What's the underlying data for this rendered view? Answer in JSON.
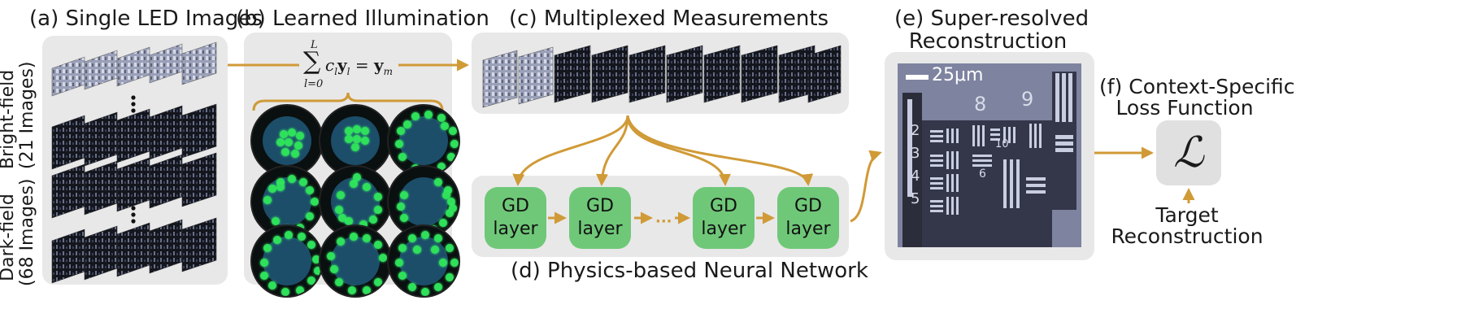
{
  "panels": {
    "a": {
      "title": "(a) Single LED Images",
      "brightfield_label_1": "Bright-field",
      "brightfield_label_2": "(21 Images)",
      "darkfield_label_1": "Dark-field",
      "darkfield_label_2": "(68 Images)"
    },
    "b": {
      "title": "(b) Learned Illumination"
    },
    "c": {
      "title": "(c) Multiplexed Measurements"
    },
    "d": {
      "title": "(d) Physics-based Neural Network",
      "layer_label_1": "GD",
      "layer_label_2": "layer",
      "ellipsis": "···"
    },
    "e": {
      "title_1": "(e) Super-resolved",
      "title_2": "Reconstruction",
      "scalebar": "25μm"
    },
    "f": {
      "title_1": "(f) Context-Specific",
      "title_2": "Loss Function",
      "loss_symbol": "ℒ",
      "target_1": "Target",
      "target_2": "Reconstruction"
    }
  },
  "formula": {
    "sum": "∑",
    "upper": "L",
    "lower": "l=0",
    "body": "c",
    "sub_l": "l",
    "y": "y",
    "sub_l2": "l",
    "eq": " = ",
    "ym": "y",
    "sub_m": "m"
  },
  "chart_numbers": {
    "n8": "8",
    "n9": "9",
    "n2": "2",
    "n3": "3",
    "n4": "4",
    "n5": "5",
    "n6": "6",
    "n10": "10"
  },
  "colors": {
    "arrow": "#d09a37",
    "panel": "#e8e8e8",
    "gd": "#6fc878",
    "led": "#2ee05a"
  }
}
